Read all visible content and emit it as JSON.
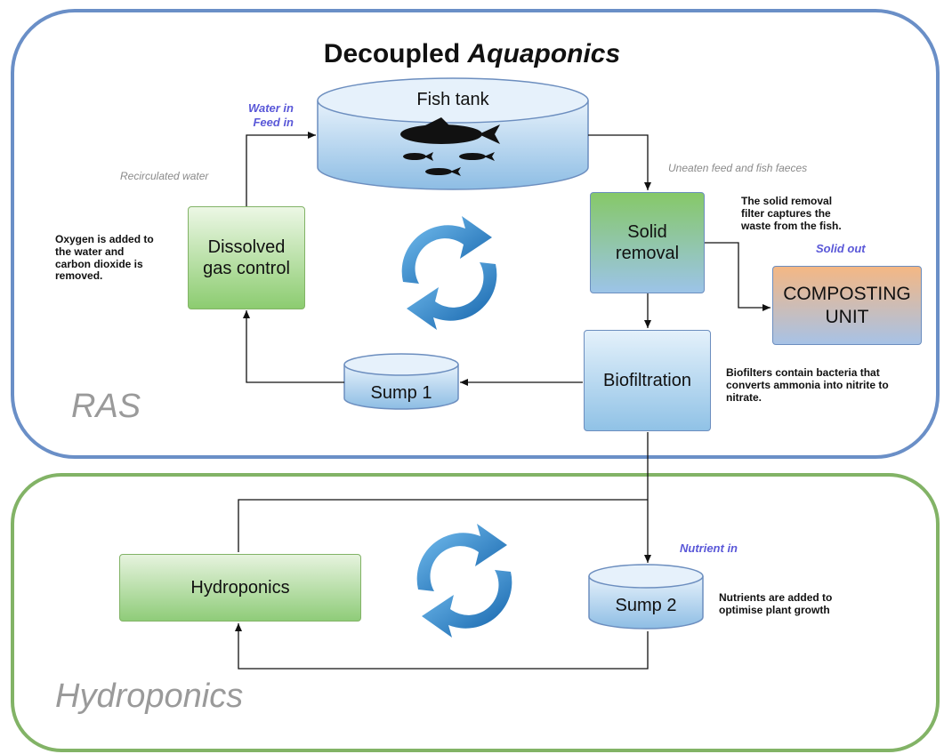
{
  "title": {
    "prefix": "Decoupled",
    "italic": "Aquaponics"
  },
  "sections": {
    "ras": "RAS",
    "hydroponics": "Hydroponics"
  },
  "nodes": {
    "fish_tank": "Fish tank",
    "solid_removal": "Solid\nremoval",
    "composting": "COMPOSTING\nUNIT",
    "biofiltration": "Biofiltration",
    "sump1": "Sump 1",
    "dissolved_gas": "Dissolved\ngas control",
    "hydroponics": "Hydroponics",
    "sump2": "Sump 2"
  },
  "labels": {
    "water_in": "Water in",
    "feed_in": "Feed in",
    "recirculated": "Recirculated water",
    "uneaten": "Uneaten feed and fish faeces",
    "solid_out": "Solid out",
    "nutrient_in": "Nutrient in"
  },
  "notes": {
    "oxygen": "Oxygen is added to\nthe water and\ncarbon dioxide is\nremoved.",
    "solid_filter": "The solid removal\nfilter captures the\nwaste from the fish.",
    "biofilters": "Biofilters contain bacteria that\nconverts ammonia into nitrite to\nnitrate.",
    "nutrients": "Nutrients are added to\noptimise plant growth"
  },
  "icons": [
    "fish-icon",
    "recycle-icon"
  ],
  "colors": {
    "ras_border": "#6a8fc7",
    "hydro_border": "#82b366",
    "accent_label": "#5a58d8"
  }
}
